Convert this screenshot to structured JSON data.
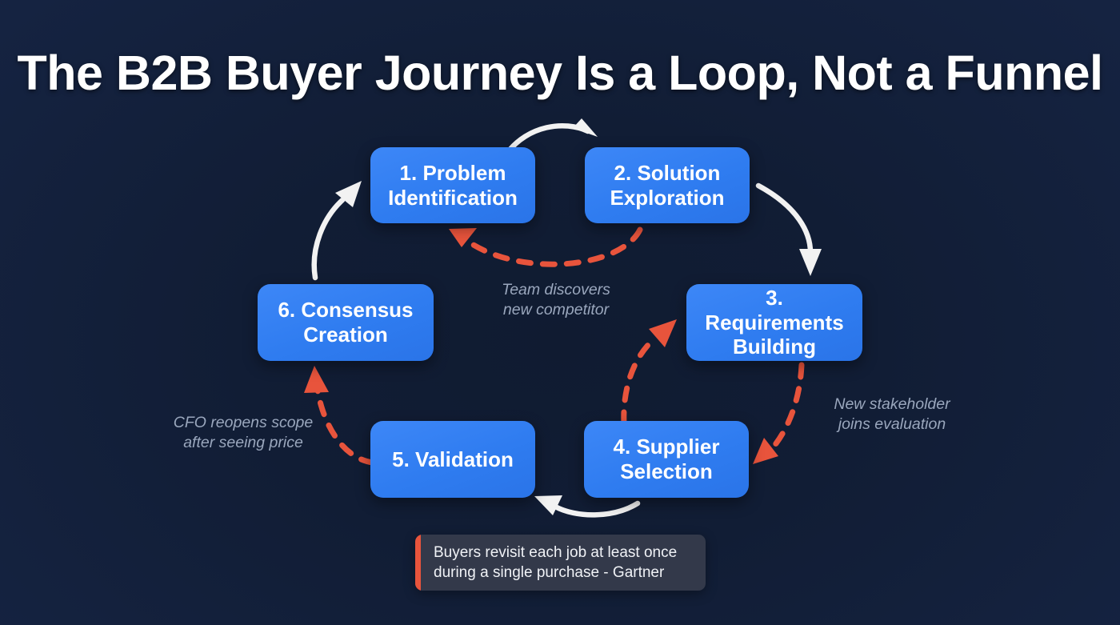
{
  "title": "The B2B Buyer Journey Is a Loop, Not a Funnel",
  "colors": {
    "background": "#111d35",
    "node_fill": "#2f7cf0",
    "node_text": "#ffffff",
    "forward_arrow": "#ffffff",
    "loopback_arrow": "#e8543c",
    "annotation_text": "#9aa7bd",
    "callout_bg": "#33394a",
    "callout_accent": "#e8543c"
  },
  "nodes": [
    {
      "id": "problem-identification",
      "label": "1. Problem\nIdentification",
      "step": 1
    },
    {
      "id": "solution-exploration",
      "label": "2. Solution\nExploration",
      "step": 2
    },
    {
      "id": "requirements-building",
      "label": "3. Requirements\nBuilding",
      "step": 3
    },
    {
      "id": "supplier-selection",
      "label": "4. Supplier\nSelection",
      "step": 4
    },
    {
      "id": "validation",
      "label": "5. Validation",
      "step": 5
    },
    {
      "id": "consensus-creation",
      "label": "6. Consensus\nCreation",
      "step": 6
    }
  ],
  "annotations": [
    {
      "id": "team-discovers-new-competitor",
      "text": "Team discovers\nnew competitor"
    },
    {
      "id": "new-stakeholder-joins-evaluation",
      "text": "New stakeholder\njoins evaluation"
    },
    {
      "id": "cfo-reopens-scope",
      "text": "CFO reopens scope\nafter seeing price"
    }
  ],
  "callout": {
    "text": "Buyers revisit each job at least once\nduring a single purchase - Gartner"
  },
  "edges": {
    "forward": [
      {
        "from": "problem-identification",
        "to": "solution-exploration"
      },
      {
        "from": "solution-exploration",
        "to": "requirements-building"
      },
      {
        "from": "supplier-selection",
        "to": "validation"
      },
      {
        "from": "consensus-creation",
        "to": "problem-identification"
      }
    ],
    "loopback": [
      {
        "from": "solution-exploration",
        "to": "problem-identification",
        "annotation": "team-discovers-new-competitor"
      },
      {
        "from": "requirements-building",
        "to": "supplier-selection",
        "annotation": "new-stakeholder-joins-evaluation"
      },
      {
        "from": "supplier-selection",
        "to": "requirements-building",
        "annotation": null
      },
      {
        "from": "validation",
        "to": "consensus-creation",
        "annotation": "cfo-reopens-scope"
      }
    ]
  }
}
